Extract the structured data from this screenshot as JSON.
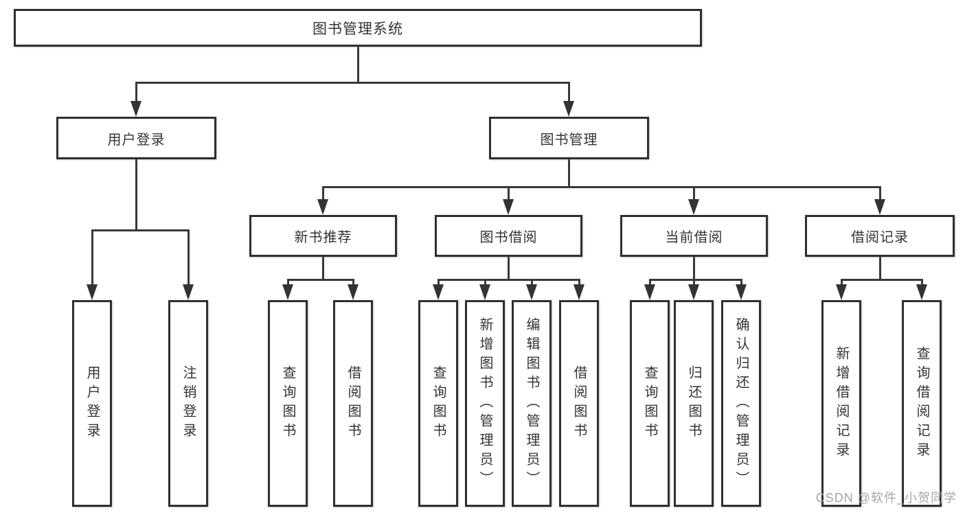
{
  "nodes": {
    "root": {
      "label": "图书管理系统"
    },
    "user_login": {
      "label": "用户登录"
    },
    "book_mgmt": {
      "label": "图书管理"
    },
    "new_book_rec": {
      "label": "新书推荐"
    },
    "book_borrow": {
      "label": "图书借阅"
    },
    "current_borrow": {
      "label": "当前借阅"
    },
    "borrow_record": {
      "label": "借阅记录"
    },
    "leaf_user_login": {
      "label": "用户登录"
    },
    "leaf_logout": {
      "label": "注销登录"
    },
    "rec_query_books": {
      "label": "查询图书"
    },
    "rec_borrow_books": {
      "label": "借阅图书"
    },
    "bb_query_books": {
      "label": "查询图书"
    },
    "bb_add_books": {
      "label": "新增图书（管理员）"
    },
    "bb_edit_books": {
      "label": "编辑图书（管理员）"
    },
    "bb_borrow_books": {
      "label": "借阅图书"
    },
    "cb_query_books": {
      "label": "查询图书"
    },
    "cb_return_books": {
      "label": "归还图书"
    },
    "cb_confirm_return": {
      "label": "确认归还（管理员）"
    },
    "br_add_record": {
      "label": "新增借阅记录"
    },
    "br_query_record": {
      "label": "查询借阅记录"
    }
  },
  "hierarchy": {
    "图书管理系统": {
      "用户登录": [
        "用户登录",
        "注销登录"
      ],
      "图书管理": {
        "新书推荐": [
          "查询图书",
          "借阅图书"
        ],
        "图书借阅": [
          "查询图书",
          "新增图书（管理员）",
          "编辑图书（管理员）",
          "借阅图书"
        ],
        "当前借阅": [
          "查询图书",
          "归还图书",
          "确认归还（管理员）"
        ],
        "借阅记录": [
          "新增借阅记录",
          "查询借阅记录"
        ]
      }
    }
  },
  "watermark": {
    "text": "CSDN @软件_小贺同学"
  },
  "colors": {
    "box_border": "#2f2f2f",
    "connector_line": "#383838",
    "text": "#333333",
    "watermark_text": "#a6a6a6",
    "background": "#ffffff"
  }
}
